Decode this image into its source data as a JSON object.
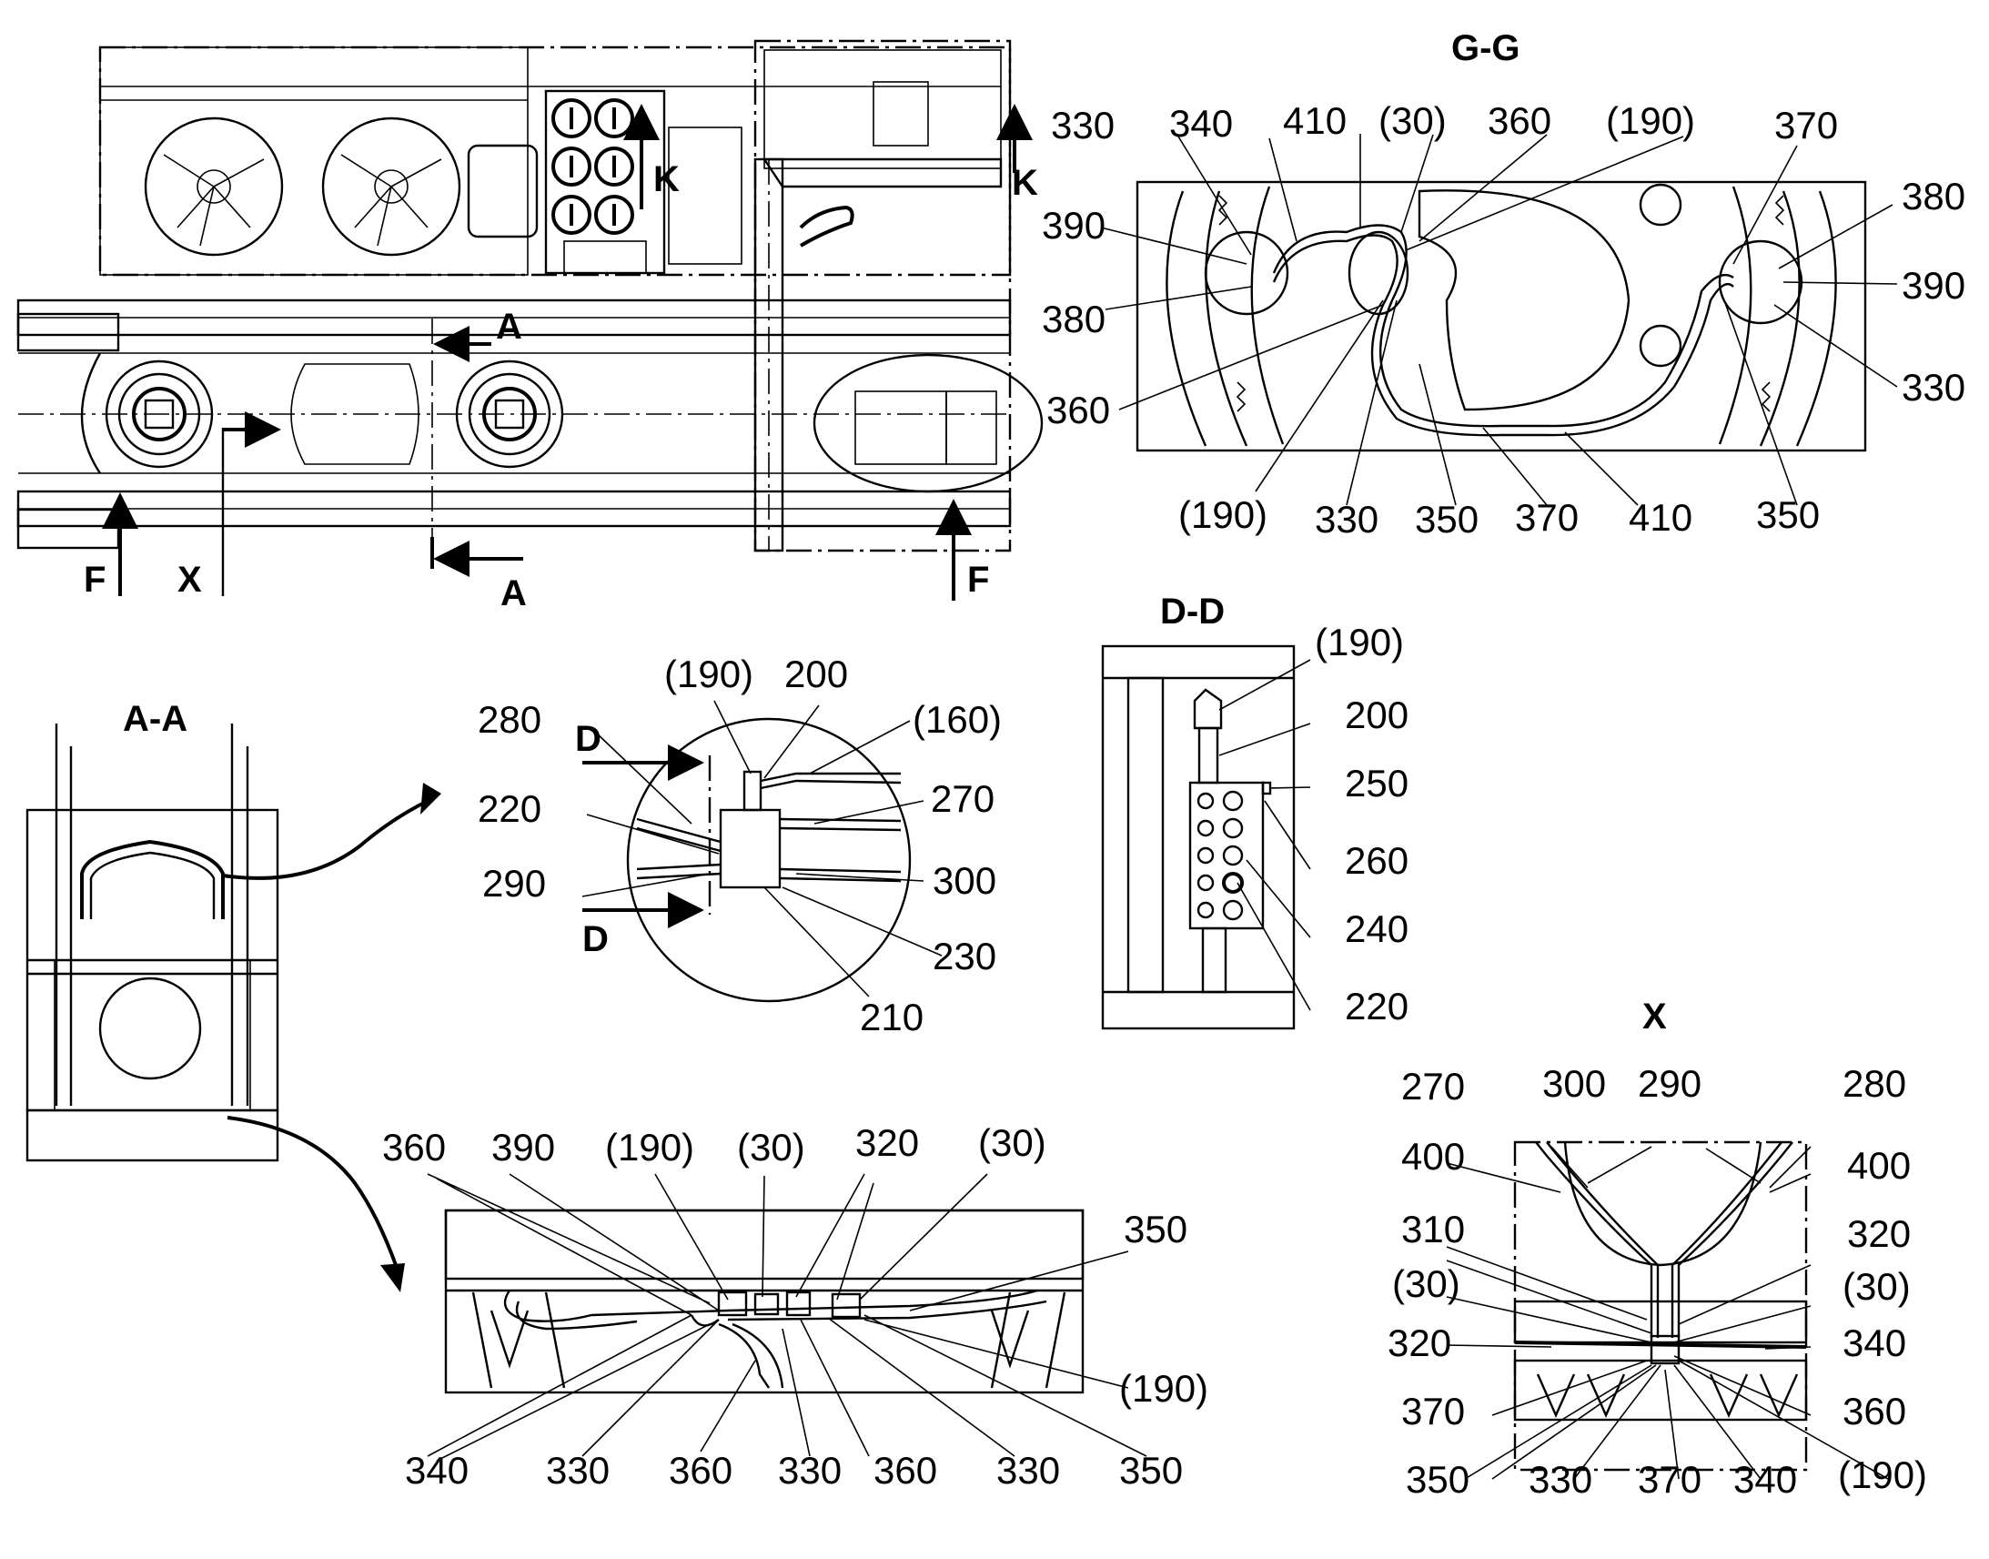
{
  "views": {
    "top": {
      "section_marks": [
        "A",
        "A",
        "K",
        "K",
        "F",
        "F",
        "X"
      ]
    },
    "gg": {
      "title": "G-G",
      "labels": [
        "330",
        "340",
        "410",
        "(30)",
        "360",
        "(190)",
        "370",
        "390",
        "380",
        "380",
        "390",
        "360",
        "330",
        "(190)",
        "330",
        "350",
        "370",
        "410",
        "350"
      ]
    },
    "aa": {
      "title": "A-A"
    },
    "detail_d": {
      "section_marks": [
        "D",
        "D"
      ],
      "labels": [
        "(190)",
        "200",
        "(160)",
        "280",
        "270",
        "220",
        "290",
        "300",
        "230",
        "210"
      ]
    },
    "dd": {
      "title": "D-D",
      "labels": [
        "(190)",
        "200",
        "250",
        "260",
        "240",
        "220"
      ]
    },
    "x": {
      "title": "X",
      "labels": [
        "270",
        "300",
        "290",
        "280",
        "400",
        "400",
        "310",
        "320",
        "(30)",
        "(30)",
        "320",
        "340",
        "370",
        "360",
        "350",
        "330",
        "370",
        "340",
        "(190)"
      ]
    },
    "bottom": {
      "labels": [
        "360",
        "390",
        "(190)",
        "(30)",
        "320",
        "(30)",
        "350",
        "(190)",
        "340",
        "330",
        "360",
        "330",
        "360",
        "330",
        "350"
      ]
    }
  }
}
